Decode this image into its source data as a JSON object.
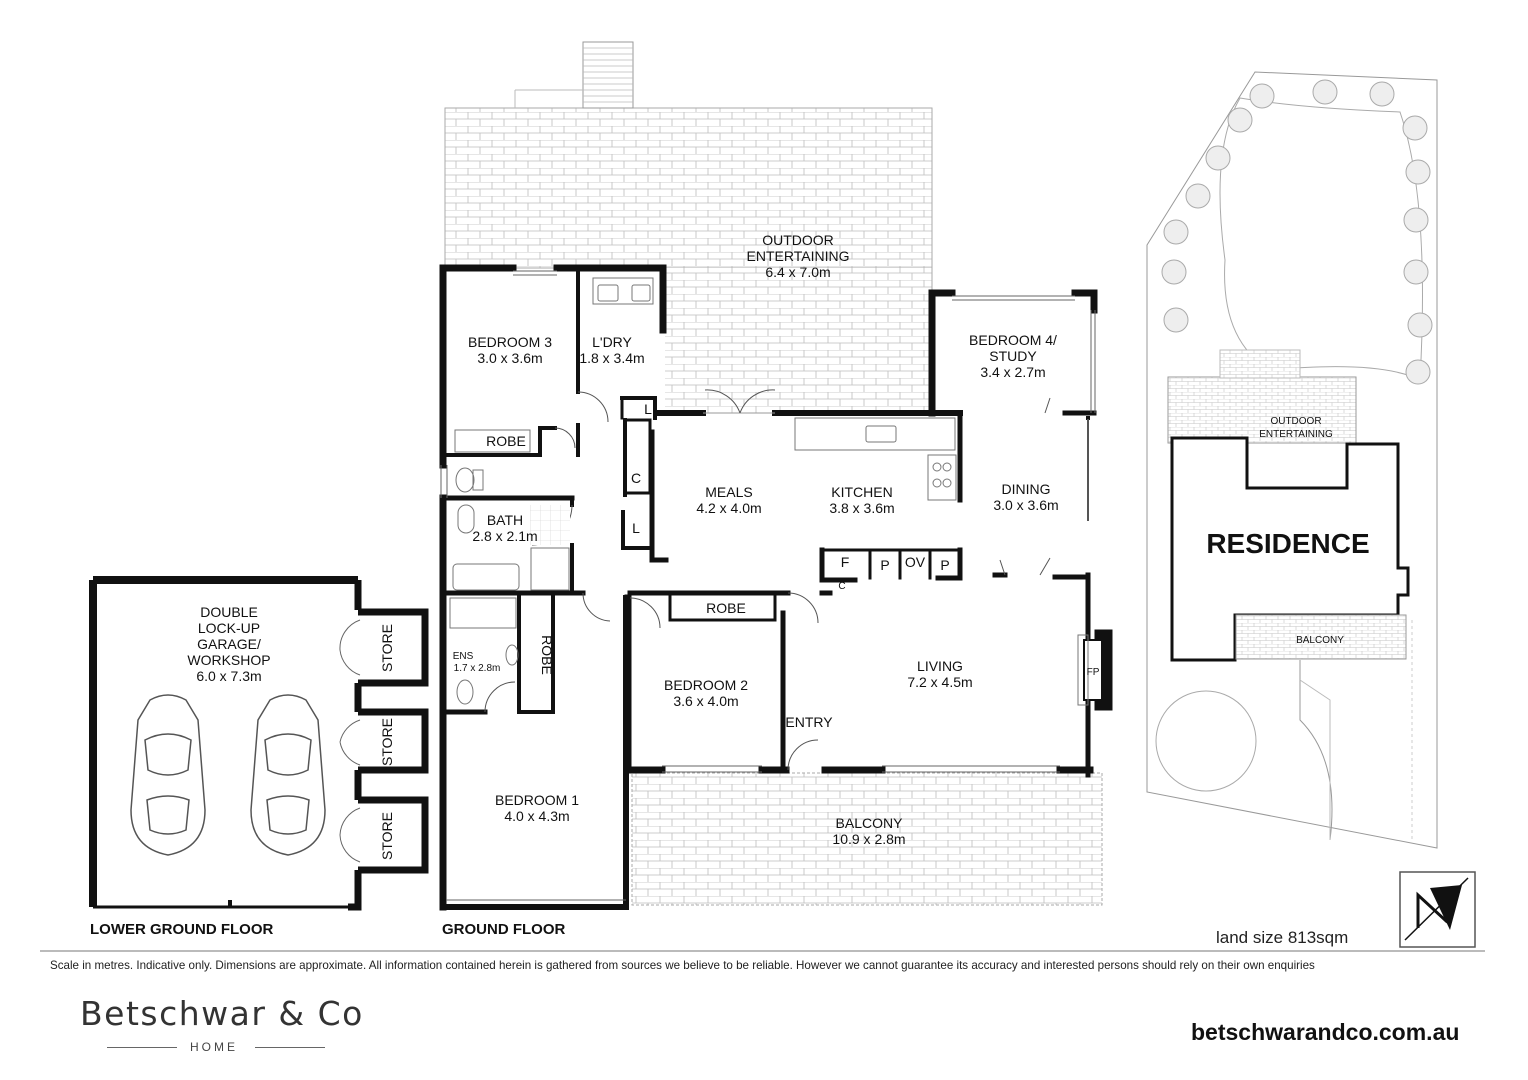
{
  "floor_labels": {
    "lower_ground": "LOWER GROUND FLOOR",
    "ground": "GROUND FLOOR"
  },
  "rooms": {
    "outdoor_entertaining": {
      "name": "OUTDOOR",
      "name2": "ENTERTAINING",
      "size": "6.4 x 7.0m"
    },
    "bedroom3": {
      "name": "BEDROOM 3",
      "size": "3.0 x 3.6m"
    },
    "laundry": {
      "name": "L'DRY",
      "size": "1.8 x 3.4m"
    },
    "bedroom4": {
      "name": "BEDROOM 4/",
      "name2": "STUDY",
      "size": "3.4 x 2.7m"
    },
    "robe_b3": {
      "name": "ROBE"
    },
    "bath": {
      "name": "BATH",
      "size": "2.8 x 2.1m"
    },
    "meals": {
      "name": "MEALS",
      "size": "4.2 x 4.0m"
    },
    "kitchen": {
      "name": "KITCHEN",
      "size": "3.8 x 3.6m"
    },
    "dining": {
      "name": "DINING",
      "size": "3.0 x 3.6m"
    },
    "garage": {
      "name": "DOUBLE",
      "name2": "LOCK-UP",
      "name3": "GARAGE/",
      "name4": "WORKSHOP",
      "size": "6.0 x 7.3m"
    },
    "store1": {
      "name": "STORE"
    },
    "store2": {
      "name": "STORE"
    },
    "store3": {
      "name": "STORE"
    },
    "ens": {
      "name": "ENS",
      "size": "1.7 x 2.8m"
    },
    "robe_b1": {
      "name": "ROBE"
    },
    "robe_b2": {
      "name": "ROBE"
    },
    "bedroom2": {
      "name": "BEDROOM 2",
      "size": "3.6 x 4.0m"
    },
    "living": {
      "name": "LIVING",
      "size": "7.2 x 4.5m"
    },
    "entry": {
      "name": "ENTRY"
    },
    "bedroom1": {
      "name": "BEDROOM 1",
      "size": "4.0 x 4.3m"
    },
    "balcony": {
      "name": "BALCONY",
      "size": "10.9 x 2.8m"
    }
  },
  "fixtures": {
    "linen1": "L",
    "linen2": "L",
    "cupboard1": "C",
    "cupboard2": "C",
    "fridge": "F",
    "pantry1": "P",
    "oven": "OV",
    "pantry2": "P",
    "fireplace": "FP"
  },
  "site_plan": {
    "residence": "RESIDENCE",
    "outdoor1": "OUTDOOR",
    "outdoor2": "ENTERTAINING",
    "balcony": "BALCONY"
  },
  "land_size": "land size 813sqm",
  "disclaimer": "Scale in metres. Indicative only. Dimensions are approximate. All information contained herein is gathered from sources we believe to be reliable. However we cannot guarantee its accuracy and interested persons should rely on their own enquiries",
  "brand": {
    "name": "Betschwar & Co",
    "sub": "HOME"
  },
  "website": "betschwarandco.com.au",
  "colors": {
    "wall": "#111111",
    "tile": "#bdbdbd",
    "landscape": "#d6d6d6"
  }
}
